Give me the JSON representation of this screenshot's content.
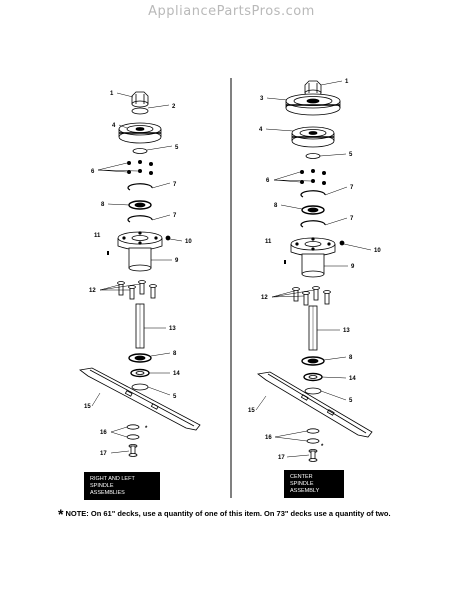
{
  "watermark": "AppliancePartsPros.com",
  "left_assembly": {
    "title_lines": [
      "RIGHT AND LEFT",
      "SPINDLE",
      "ASSEMBLIES"
    ],
    "callouts": [
      "1",
      "2",
      "4",
      "5",
      "6",
      "7",
      "8",
      "7",
      "11",
      "10",
      "9",
      "12",
      "13",
      "8",
      "14",
      "5",
      "15",
      "16",
      "*",
      "17"
    ]
  },
  "center_assembly": {
    "title_lines": [
      "CENTER",
      "SPINDLE",
      "ASSEMBLY"
    ],
    "callouts": [
      "1",
      "3",
      "4",
      "5",
      "6",
      "7",
      "8",
      "7",
      "11",
      "10",
      "9",
      "12",
      "13",
      "8",
      "14",
      "5",
      "15",
      "16",
      "*",
      "17"
    ]
  },
  "note": {
    "marker": "*",
    "text": "NOTE: On 61\" decks, use a quantity of one of this item. On 73\" decks use a quantity of two."
  },
  "colors": {
    "ink": "#000000",
    "watermark": "#b9b9b9",
    "paper": "#ffffff"
  }
}
